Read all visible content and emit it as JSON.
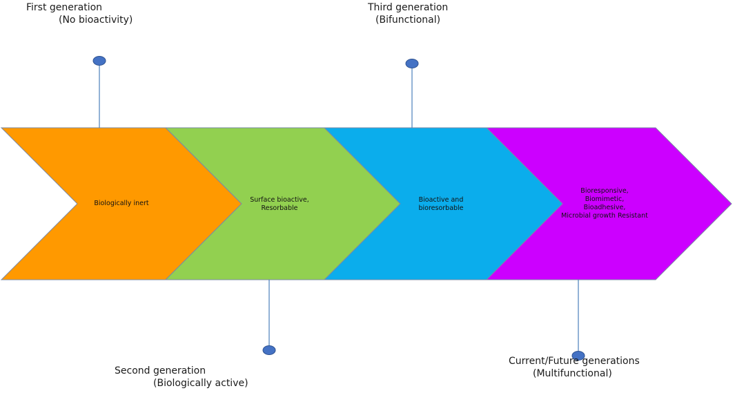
{
  "colors": {
    "segment_1": "#FF9900",
    "segment_2": "#92D050",
    "segment_3": "#0BADEC",
    "segment_4": "#CC00FF",
    "outline": "#7A8AA6",
    "connector": "#4A7EBB",
    "dot": "#4472C4"
  },
  "generations": [
    {
      "title": "First generation",
      "subtitle": "(No bioactivity)",
      "segment_lines": [
        "Biologically inert"
      ]
    },
    {
      "title": "Second generation",
      "subtitle": "(Biologically active)",
      "segment_lines": [
        "Surface bioactive,",
        "Resorbable"
      ]
    },
    {
      "title": "Third generation",
      "subtitle": "(Bifunctional)",
      "segment_lines": [
        "Bioactive and",
        "bioresorbable"
      ]
    },
    {
      "title": "Current/Future generations",
      "subtitle": "(Multifunctional)",
      "segment_lines": [
        "Bioresponsive,",
        "Biomimetic,",
        "Bioadhesive,",
        "Microbial growth Resistant"
      ]
    }
  ]
}
